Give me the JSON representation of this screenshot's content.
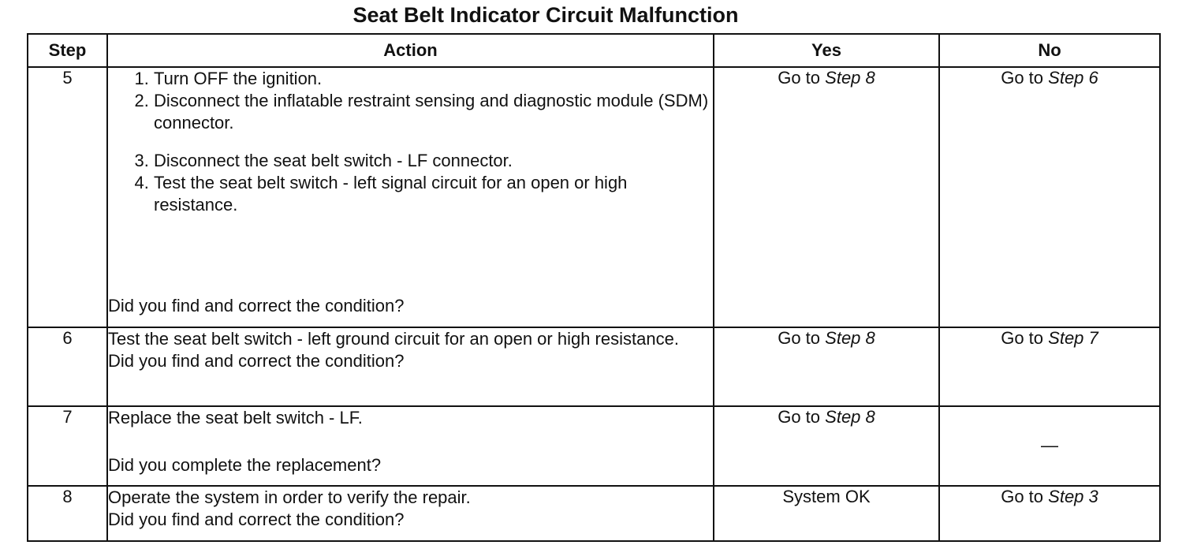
{
  "title": "Seat Belt Indicator Circuit Malfunction",
  "headers": {
    "step": "Step",
    "action": "Action",
    "yes": "Yes",
    "no": "No"
  },
  "rows": [
    {
      "step": "5",
      "instructions": [
        "Turn OFF the ignition.",
        "Disconnect the inflatable restraint sensing and diagnostic module (SDM) connector.",
        "Disconnect the seat belt switch - LF connector.",
        "Test the seat belt switch - left signal circuit for an open or high resistance."
      ],
      "question": "Did you find and correct the condition?",
      "yes_prefix": "Go to",
      "yes_ref": "Step 8",
      "no_prefix": "Go to",
      "no_ref": "Step 6"
    },
    {
      "step": "6",
      "text": "Test the seat belt switch - left ground circuit for an open or high resistance.",
      "question": "Did you find and correct the condition?",
      "yes_prefix": "Go to",
      "yes_ref": "Step 8",
      "no_prefix": "Go to",
      "no_ref": "Step 7"
    },
    {
      "step": "7",
      "text": "Replace the seat belt switch - LF.",
      "question": "Did you complete the replacement?",
      "yes_prefix": "Go to",
      "yes_ref": "Step 8",
      "no_text": "—"
    },
    {
      "step": "8",
      "text": "Operate the system in order to verify the repair.",
      "question": "Did you find and correct the condition?",
      "yes_text": "System OK",
      "no_prefix": "Go to",
      "no_ref": "Step 3"
    }
  ]
}
